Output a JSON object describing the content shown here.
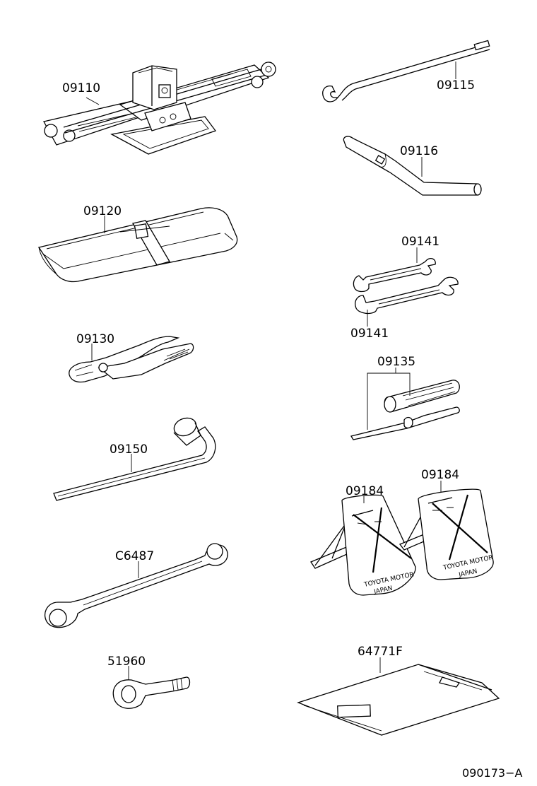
{
  "labels": {
    "jack": "09110",
    "jack_handle": "09115",
    "wheel_wrench": "09116",
    "tool_bag": "09120",
    "spanner_upper": "09141",
    "spanner_lower": "09141",
    "pliers": "09130",
    "screwdriver": "09135",
    "socket_wrench": "09150",
    "wheel_chock_left": "09184",
    "wheel_chock_right": "09184",
    "ring_wrench": "C6487",
    "towing_eye": "51960",
    "manual_case": "64771F"
  },
  "chock_text": {
    "left_line1": "TOYOTA MOTOR",
    "left_line2": "JAPAN",
    "right_line1": "TOYOTA MOTOR",
    "right_line2": "JAPAN"
  },
  "document_code": "090173−A"
}
